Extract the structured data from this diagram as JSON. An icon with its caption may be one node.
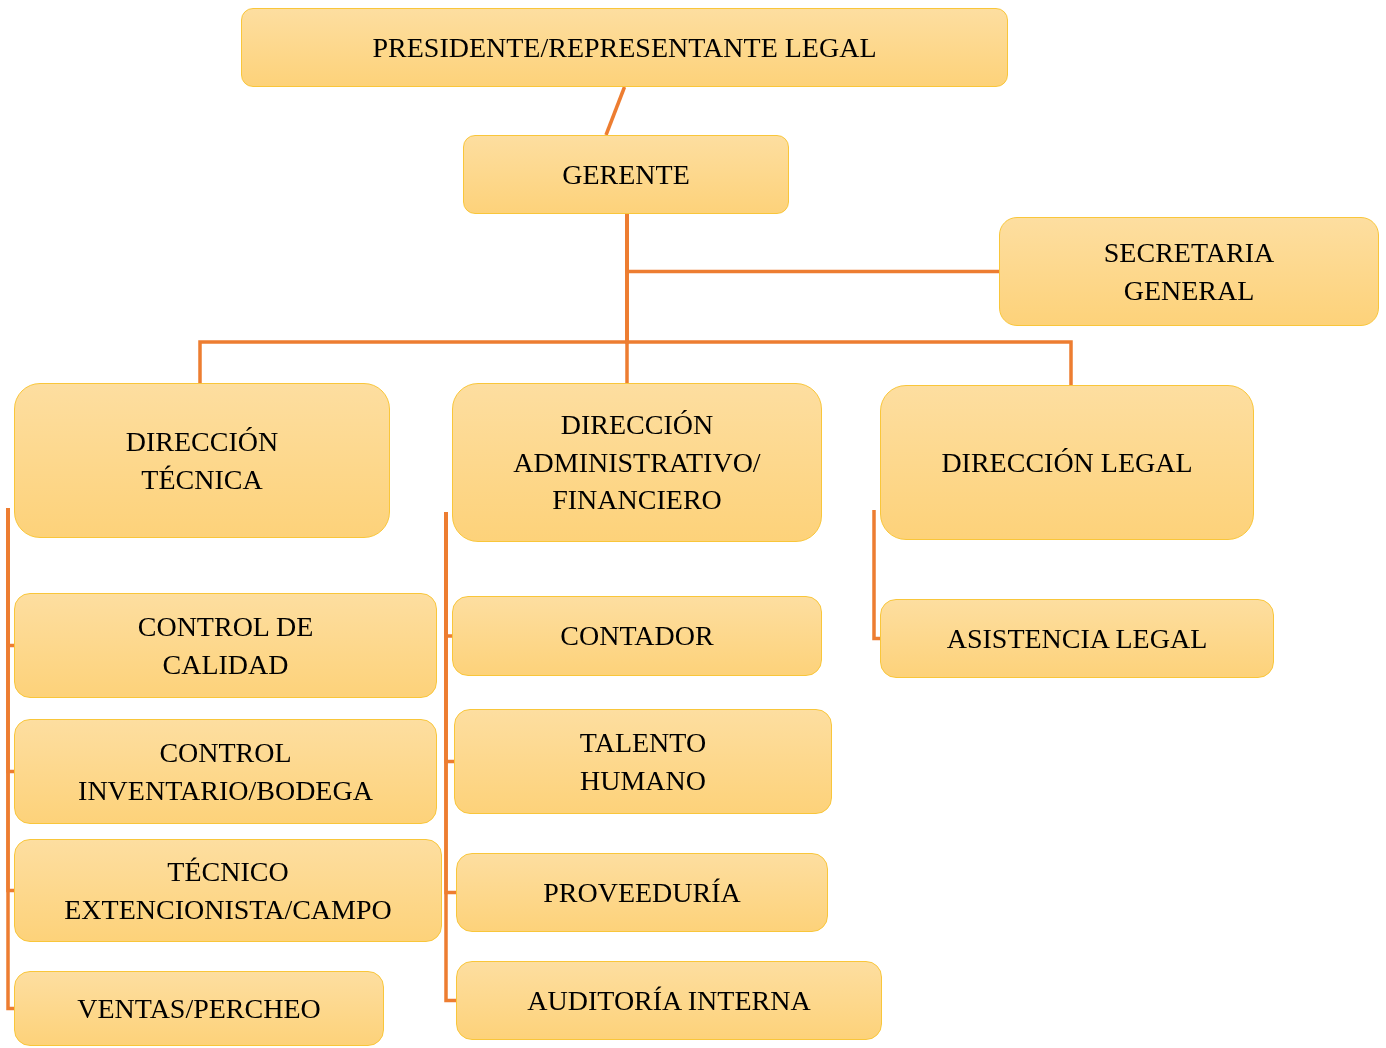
{
  "diagram": {
    "nodes": [
      {
        "text": [
          "PRESIDENTE/REPRESENTANTE LEGAL"
        ]
      },
      {
        "text": [
          "GERENTE"
        ]
      },
      {
        "text": [
          "SECRETARIA GENERAL"
        ]
      },
      {
        "text": [
          "DIRECCIÓN TÉCNICA"
        ]
      },
      {
        "text": [
          "DIRECCIÓN ADMINISTRATIVO/ FINANCIERO"
        ]
      },
      {
        "text": [
          "DIRECCIÓN LEGAL"
        ]
      },
      {
        "text": [
          "CONTROL DE CALIDAD"
        ]
      },
      {
        "text": [
          "CONTROL INVENTARIO/BODEGA"
        ]
      },
      {
        "text": [
          "TÉCNICO EXTENCIONISTA/CAMPO"
        ]
      },
      {
        "text": [
          "VENTAS/PERCHEO"
        ]
      },
      {
        "text": [
          "CONTADOR"
        ]
      },
      {
        "text": [
          "TALENTO HUMANO"
        ]
      },
      {
        "text": [
          "PROVEEDURÍA"
        ]
      },
      {
        "text": [
          "AUDITORÍA INTERNA"
        ]
      },
      {
        "text": [
          "ASISTENCIA LEGAL"
        ]
      }
    ],
    "edges": [
      {
        "from": 0,
        "to": 1,
        "arrow": "none"
      },
      {
        "from": 1,
        "to": 2,
        "arrow": "none"
      },
      {
        "from": 1,
        "to": 3,
        "arrow": "none"
      },
      {
        "from": 1,
        "to": 4,
        "arrow": "none"
      },
      {
        "from": 1,
        "to": 5,
        "arrow": "none"
      },
      {
        "from": 3,
        "to": 6,
        "arrow": "none"
      },
      {
        "from": 3,
        "to": 7,
        "arrow": "none"
      },
      {
        "from": 3,
        "to": 8,
        "arrow": "none"
      },
      {
        "from": 3,
        "to": 9,
        "arrow": "none"
      },
      {
        "from": 4,
        "to": 10,
        "arrow": "none"
      },
      {
        "from": 4,
        "to": 11,
        "arrow": "none"
      },
      {
        "from": 4,
        "to": 12,
        "arrow": "none"
      },
      {
        "from": 4,
        "to": 13,
        "arrow": "none"
      },
      {
        "from": 5,
        "to": 14,
        "arrow": "none"
      }
    ]
  }
}
